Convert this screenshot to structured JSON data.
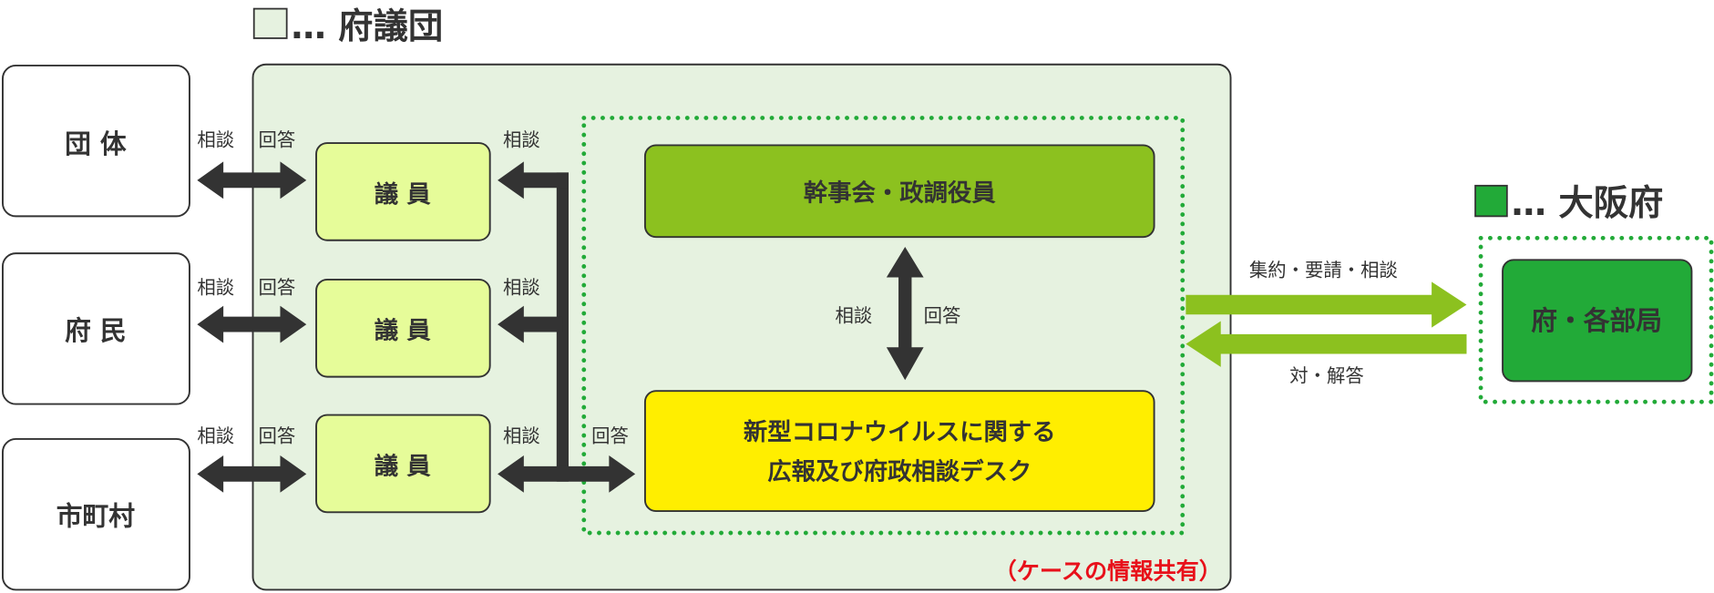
{
  "legend": {
    "assembly": {
      "label": "… 府議団",
      "color": "#e6f2e0"
    },
    "prefecture": {
      "label": "… 大阪府",
      "color": "#22aa38"
    }
  },
  "external": [
    "団 体",
    "府 民",
    "市町村"
  ],
  "members": [
    "議 員",
    "議 員",
    "議 員"
  ],
  "labels": {
    "consult": "相談",
    "answer": "回答"
  },
  "executive": "幹事会・政調役員",
  "desk": {
    "line1": "新型コロナウイルスに関する",
    "line2": "広報及び府政相談デスク"
  },
  "share_note": "（ケースの情報共有）",
  "pref_dept": "府・各部局",
  "to_pref": "集約・要請・相談",
  "from_pref": "対・解答",
  "colors": {
    "member": "#e6fc99",
    "executive": "#8cc11f",
    "desk": "#ffee00",
    "dots": "#22aa38",
    "arrow_green": "#8cc11f",
    "arrow_dark": "#333333",
    "note": "#e8101a"
  }
}
